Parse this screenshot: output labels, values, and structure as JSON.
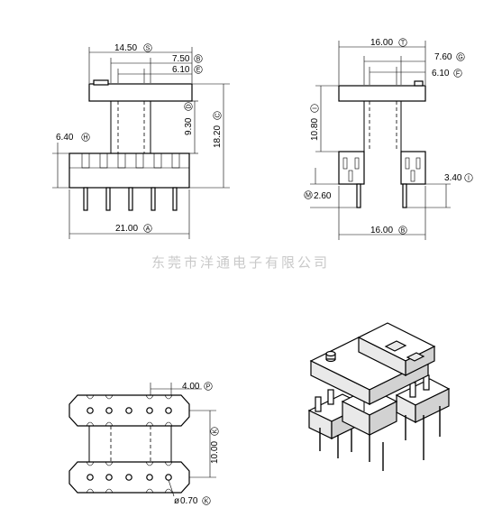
{
  "watermark": "东莞市洋通电子有限公司",
  "front_view": {
    "dims": [
      {
        "text": "14.50",
        "tag": "S"
      },
      {
        "text": "7.50",
        "tag": "B"
      },
      {
        "text": "6.10",
        "tag": "E"
      },
      {
        "text": "9.30",
        "tag": "D"
      },
      {
        "text": "18.20",
        "tag": "C"
      },
      {
        "text": "6.40",
        "tag": "H"
      },
      {
        "text": "21.00",
        "tag": "A"
      }
    ]
  },
  "side_view": {
    "dims": [
      {
        "text": "16.00",
        "tag": "T"
      },
      {
        "text": "7.60",
        "tag": "G"
      },
      {
        "text": "6.10",
        "tag": "F"
      },
      {
        "text": "10.80",
        "tag": "I"
      },
      {
        "text": "3.40",
        "tag": "I"
      },
      {
        "text": "2.60",
        "tag": "M"
      },
      {
        "text": "16.00",
        "tag": "B"
      }
    ]
  },
  "bottom_view": {
    "dims": [
      {
        "text": "4.00",
        "tag": "P"
      },
      {
        "text": "10.00",
        "tag": "K"
      },
      {
        "text": "0.70",
        "tag": "K"
      }
    ]
  }
}
